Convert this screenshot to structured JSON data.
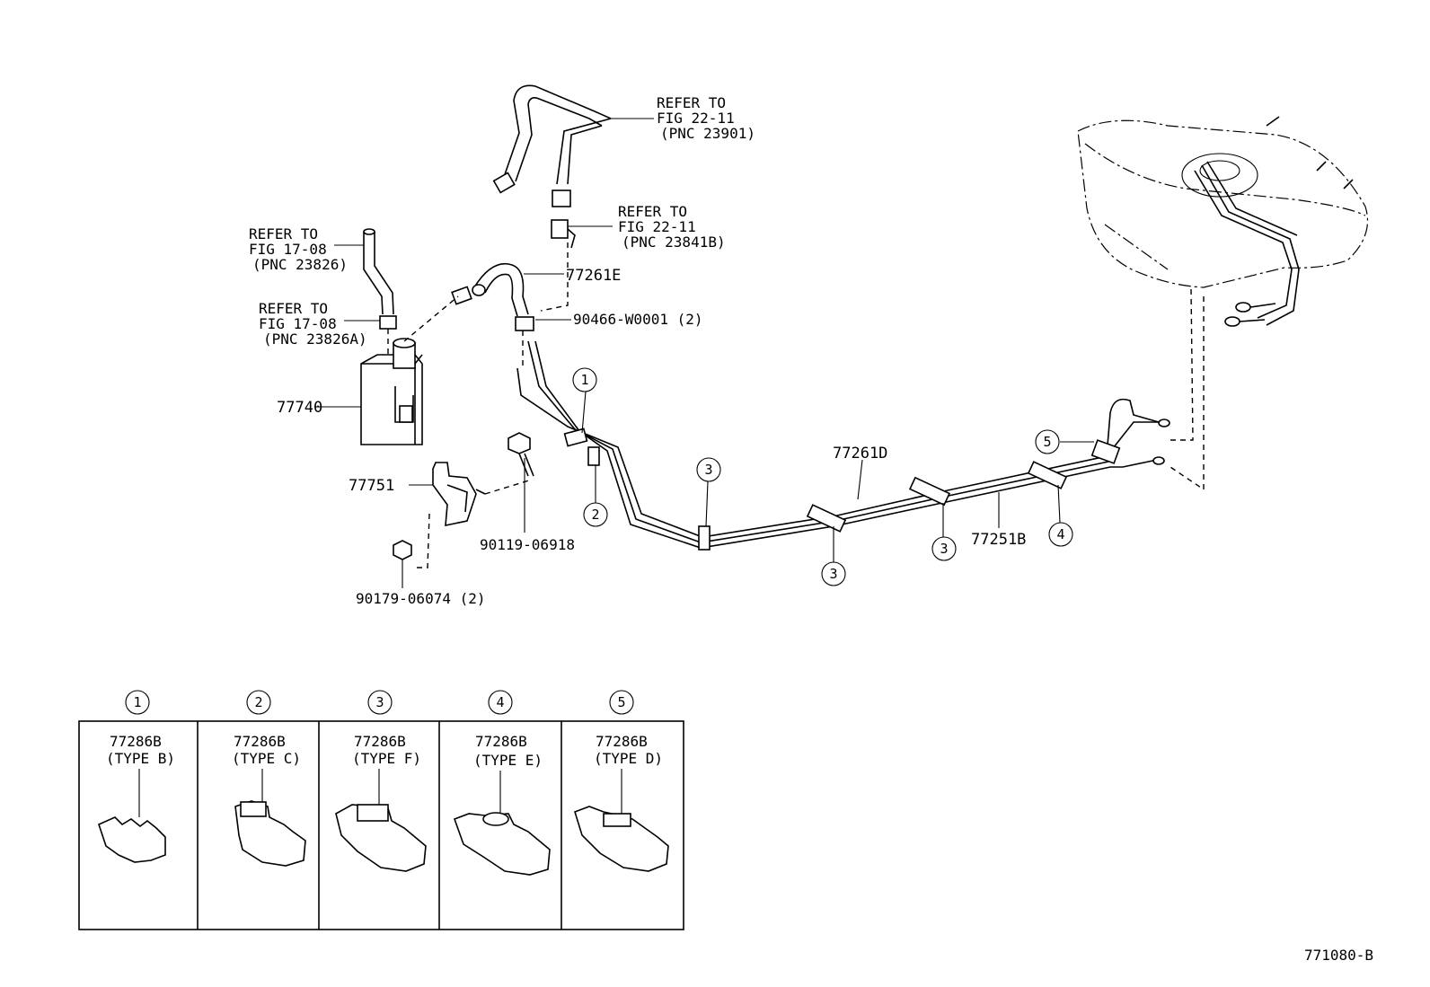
{
  "references": {
    "pnc23901": {
      "line1": "REFER TO",
      "line2": "FIG 22-11",
      "line3": "(PNC 23901)"
    },
    "pnc23841b": {
      "line1": "REFER TO",
      "line2": "FIG 22-11",
      "line3": "(PNC 23841B)"
    },
    "pnc23826": {
      "line1": "REFER TO",
      "line2": "FIG 17-08",
      "line3": "(PNC 23826)"
    },
    "pnc23826a": {
      "line1": "REFER TO",
      "line2": "FIG 17-08",
      "line3": "(PNC 23826A)"
    }
  },
  "parts": {
    "p77261e": "77261E",
    "p90466": "90466-W0001 (2)",
    "p77740": "77740",
    "p77751": "77751",
    "p90119": "90119-06918",
    "p90179": "90179-06074 (2)",
    "p77261d": "77261D",
    "p77251b": "77251B"
  },
  "callouts": [
    "1",
    "2",
    "3",
    "4",
    "5"
  ],
  "legend": [
    {
      "num": "1",
      "part": "77286B",
      "type": "(TYPE  B)"
    },
    {
      "num": "2",
      "part": "77286B",
      "type": "(TYPE  C)"
    },
    {
      "num": "3",
      "part": "77286B",
      "type": "(TYPE  F)"
    },
    {
      "num": "4",
      "part": "77286B",
      "type": "(TYPE  E)"
    },
    {
      "num": "5",
      "part": "77286B",
      "type": "(TYPE  D)"
    }
  ],
  "figure_id": "771080-B"
}
